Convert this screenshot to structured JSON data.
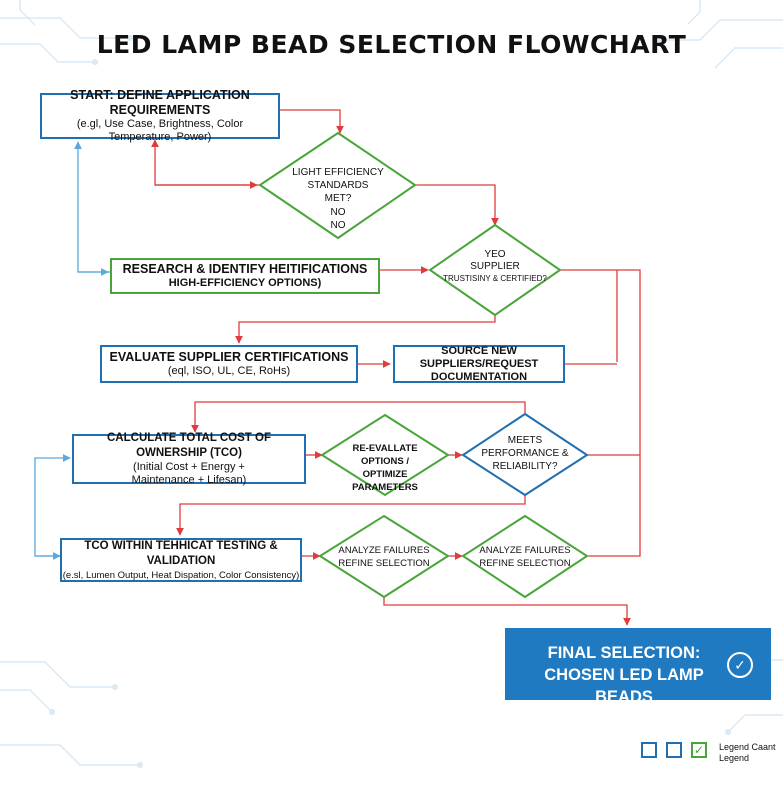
{
  "title": "LED LAMP BEAD SELECTION FLOWCHART",
  "nodes": {
    "start": {
      "line1": "START: DEFINE APPLICATION REQUIREMENTS",
      "line2": "(e.gl, Use Case, Brightness, Color",
      "line3": "Temperature, Power)"
    },
    "efficiency": {
      "line1": "LIGHT EFFICIENCY",
      "line2": "STANDARDS",
      "line3": "MET?",
      "line4": "NO",
      "line5": "NO"
    },
    "research": {
      "line1": "RESEARCH & IDENTIFY HEITIFICATIONS",
      "line2": "HIGH-EFFICIENCY OPTIONS)"
    },
    "supplier": {
      "line1": "YEO",
      "line2": "SUPPLIER",
      "line3": "TRUSTISINY & CERTIFIED?"
    },
    "evaluate": {
      "line1": "EVALUATE SUPPLIER CERTIFICATIONS",
      "line2": "(eql, ISO, UL, CE, RoHs)"
    },
    "source": {
      "line1": "SOURCE NEW SUPPLIERS/REQUEST",
      "line2": "DOCUMENTATION"
    },
    "tco": {
      "line1": "CALCULATE TOTAL COST OF OWNERSHIP (TCO)",
      "line2": "(Initial Cost + Energy +",
      "line3": "Maintenance + Lifesan)"
    },
    "reevaluate": {
      "line1": "RE-EVALLATE OPTIONS /",
      "line2": "OPTIMIZE PARAMETERS"
    },
    "meets": {
      "line1": "MEETS",
      "line2": "PERFORMANCE &",
      "line3": "RELIABILITY?"
    },
    "testing": {
      "line1": "TCO WITHIN TEHHICAT TESTING & VALIDATION",
      "line2": "(e.sl, Lumen Output, Heat Dispation, Color Consistency)"
    },
    "analyze1": {
      "line1": "ANALYZE FAILURES",
      "line2": "REFINE SELECTION"
    },
    "analyze2": {
      "line1": "ANALYZE FAILURES",
      "line2": "REFINE SELECTION"
    },
    "final": {
      "line1": "FINAL SELECTION:",
      "line2": "CHOSEN LED LAMP BEADS"
    }
  },
  "legend": {
    "line1": "Legend Caant",
    "line2": "Legend"
  },
  "colors": {
    "process_border": "#1f6fb2",
    "decision_border": "#49a53a",
    "flow_red": "#e03c3c",
    "flow_blue": "#5aa8e0",
    "final_fill": "#1f7ac2",
    "circuit_deco": "#dbe9f3"
  }
}
